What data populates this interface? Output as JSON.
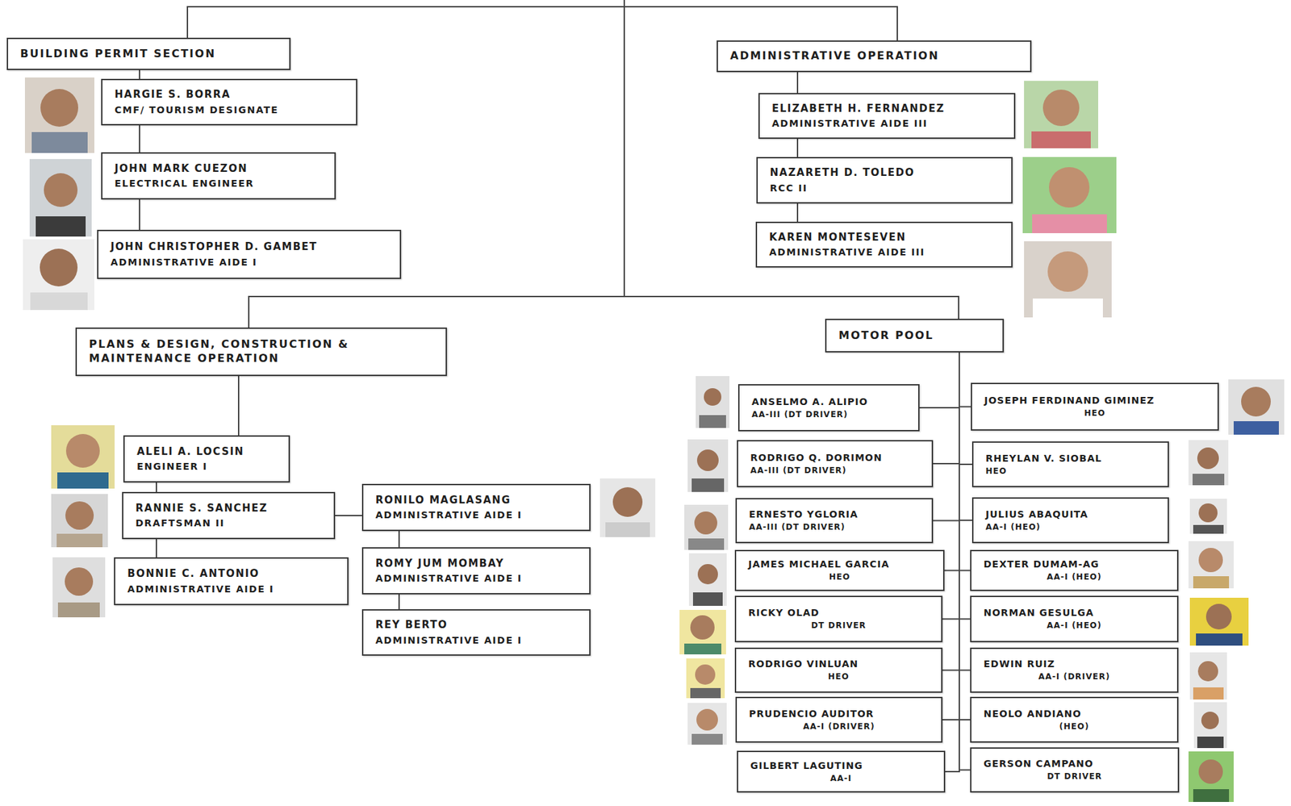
{
  "diagram": {
    "nodes": [
      {
        "text": [
          "BUILDING PERMIT SECTION"
        ]
      },
      {
        "text": [
          "HARGIE S. BORRA",
          "CMF/ TOURISM DESIGNATE"
        ]
      },
      {
        "text": [
          "JOHN MARK CUEZON",
          "ELECTRICAL ENGINEER"
        ]
      },
      {
        "text": [
          "JOHN CHRISTOPHER D. GAMBET",
          "ADMINISTRATIVE AIDE I"
        ]
      },
      {
        "text": [
          "ADMINISTRATIVE OPERATION"
        ]
      },
      {
        "text": [
          "ELIZABETH H. FERNANDEZ",
          "ADMINISTRATIVE AIDE III"
        ]
      },
      {
        "text": [
          "NAZARETH D. TOLEDO",
          "RCC II"
        ]
      },
      {
        "text": [
          "KAREN MONTESEVEN",
          "ADMINISTRATIVE AIDE III"
        ]
      },
      {
        "text": [
          "PLANS & DESIGN, CONSTRUCTION & MAINTENANCE OPERATION"
        ]
      },
      {
        "text": [
          "ALELI A. LOCSIN",
          "ENGINEER I"
        ]
      },
      {
        "text": [
          "RANNIE S. SANCHEZ",
          "DRAFTSMAN II"
        ]
      },
      {
        "text": [
          "BONNIE C. ANTONIO",
          "ADMINISTRATIVE AIDE I"
        ]
      },
      {
        "text": [
          "RONILO MAGLASANG",
          "ADMINISTRATIVE AIDE I"
        ]
      },
      {
        "text": [
          "ROMY JUM MOMBAY",
          "ADMINISTRATIVE AIDE I"
        ]
      },
      {
        "text": [
          "REY BERTO",
          "ADMINISTRATIVE AIDE I"
        ]
      },
      {
        "text": [
          "MOTOR POOL"
        ]
      },
      {
        "text": [
          "ANSELMO A. ALIPIO",
          "AA-III (DT DRIVER)"
        ]
      },
      {
        "text": [
          "JOSEPH FERDINAND GIMINEZ",
          "HEO"
        ]
      },
      {
        "text": [
          "RODRIGO Q. DORIMON",
          "AA-III (DT DRIVER)"
        ]
      },
      {
        "text": [
          "RHEYLAN V. SIOBAL",
          "HEO"
        ]
      },
      {
        "text": [
          "ERNESTO YGLORIA",
          "AA-III (DT DRIVER)"
        ]
      },
      {
        "text": [
          "JULIUS ABAQUITA",
          "AA-I (HEO)"
        ]
      },
      {
        "text": [
          "JAMES MICHAEL GARCIA",
          "HEO"
        ]
      },
      {
        "text": [
          "DEXTER DUMAM-AG",
          "AA-I (HEO)"
        ]
      },
      {
        "text": [
          "RICKY OLAD",
          "DT DRIVER"
        ]
      },
      {
        "text": [
          "NORMAN GESULGA",
          "AA-I (HEO)"
        ]
      },
      {
        "text": [
          "RODRIGO VINLUAN",
          "HEO"
        ]
      },
      {
        "text": [
          "EDWIN RUIZ",
          "AA-I (DRIVER)"
        ]
      },
      {
        "text": [
          "PRUDENCIO AUDITOR",
          "AA-I (DRIVER)"
        ]
      },
      {
        "text": [
          "NEOLO ANDIANO",
          "(HEO)"
        ]
      },
      {
        "text": [
          "GILBERT LAGUTING",
          "AA-I"
        ]
      },
      {
        "text": [
          "GERSON CAMPANO",
          "DT DRIVER"
        ]
      }
    ],
    "edges": [
      {
        "from": 0,
        "to": 1,
        "arrow": "none"
      },
      {
        "from": 1,
        "to": 2,
        "arrow": "none"
      },
      {
        "from": 2,
        "to": 3,
        "arrow": "none"
      },
      {
        "from": 4,
        "to": 5,
        "arrow": "none"
      },
      {
        "from": 5,
        "to": 6,
        "arrow": "none"
      },
      {
        "from": 6,
        "to": 7,
        "arrow": "none"
      },
      {
        "from": 8,
        "to": 9,
        "arrow": "none"
      },
      {
        "from": 9,
        "to": 10,
        "arrow": "none"
      },
      {
        "from": 10,
        "to": 11,
        "arrow": "none"
      },
      {
        "from": 10,
        "to": 12,
        "arrow": "none"
      },
      {
        "from": 12,
        "to": 13,
        "arrow": "none"
      },
      {
        "from": 13,
        "to": 14,
        "arrow": "none"
      },
      {
        "from": 15,
        "to": 16,
        "arrow": "none"
      },
      {
        "from": 15,
        "to": 17,
        "arrow": "none"
      },
      {
        "from": 15,
        "to": 18,
        "arrow": "none"
      },
      {
        "from": 15,
        "to": 19,
        "arrow": "none"
      },
      {
        "from": 15,
        "to": 20,
        "arrow": "none"
      },
      {
        "from": 15,
        "to": 21,
        "arrow": "none"
      },
      {
        "from": 15,
        "to": 22,
        "arrow": "none"
      },
      {
        "from": 15,
        "to": 23,
        "arrow": "none"
      },
      {
        "from": 15,
        "to": 24,
        "arrow": "none"
      },
      {
        "from": 15,
        "to": 25,
        "arrow": "none"
      },
      {
        "from": 15,
        "to": 26,
        "arrow": "none"
      },
      {
        "from": 15,
        "to": 27,
        "arrow": "none"
      },
      {
        "from": 15,
        "to": 28,
        "arrow": "none"
      },
      {
        "from": 15,
        "to": 29,
        "arrow": "none"
      },
      {
        "from": 15,
        "to": 30,
        "arrow": "none"
      },
      {
        "from": 15,
        "to": 31,
        "arrow": "none"
      }
    ]
  }
}
